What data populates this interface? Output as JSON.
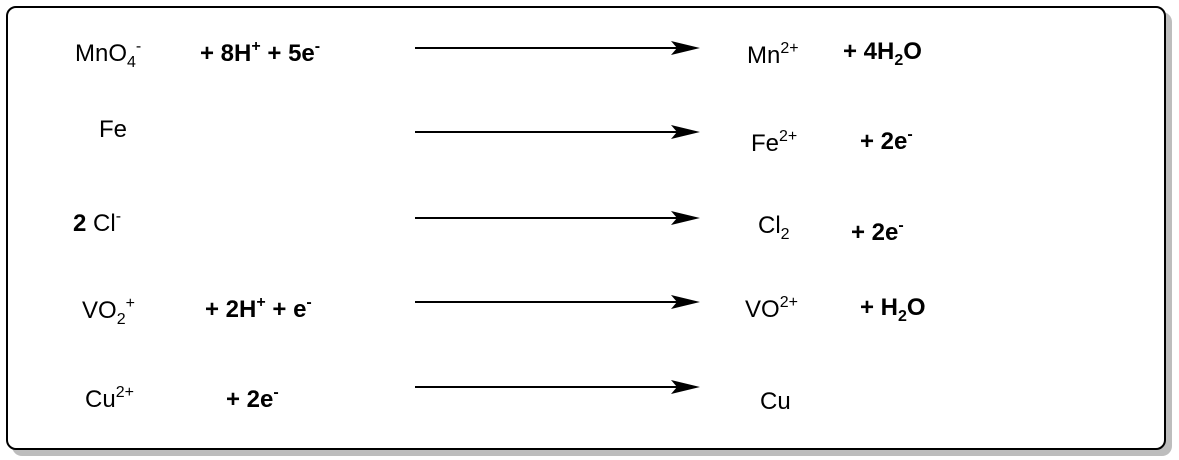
{
  "reactions": [
    {
      "reactant": {
        "pre": "MnO",
        "sub": "4",
        "sup": "-"
      },
      "extra": [
        {
          "t": "+ 8H"
        },
        {
          "sup": "+"
        },
        {
          "t": " + 5e"
        },
        {
          "sup": "-"
        }
      ],
      "product": {
        "pre": "Mn",
        "sup": "2+"
      },
      "product_extra": [
        {
          "t": "+ 4H"
        },
        {
          "sub": "2"
        },
        {
          "t": "O"
        }
      ]
    },
    {
      "reactant": {
        "pre": "Fe"
      },
      "extra": [],
      "product": {
        "pre": "Fe",
        "sup": "2+"
      },
      "product_extra": [
        {
          "t": "+ 2e"
        },
        {
          "sup": "-"
        }
      ]
    },
    {
      "reactant": {
        "coef": "2",
        "pre": " Cl",
        "sup": "-"
      },
      "extra": [],
      "product": {
        "pre": "Cl",
        "sub": "2"
      },
      "product_extra": [
        {
          "t": "+ 2e"
        },
        {
          "sup": "-"
        }
      ]
    },
    {
      "reactant": {
        "pre": "VO",
        "sub": "2",
        "sup": "+"
      },
      "extra": [
        {
          "t": "+ 2H"
        },
        {
          "sup": "+"
        },
        {
          "t": " + e"
        },
        {
          "sup": "-"
        }
      ],
      "product": {
        "pre": "VO",
        "sup": "2+"
      },
      "product_extra": [
        {
          "t": "+ H"
        },
        {
          "sub": "2"
        },
        {
          "t": "O"
        }
      ]
    },
    {
      "reactant": {
        "pre": "Cu",
        "sup": "2+"
      },
      "extra": [
        {
          "t": "+ 2e"
        },
        {
          "sup": "-"
        }
      ],
      "product": {
        "pre": "Cu"
      },
      "product_extra": []
    }
  ],
  "colors": {
    "stroke": "#000000",
    "shadow": "#bdbdbd",
    "background": "#ffffff"
  }
}
